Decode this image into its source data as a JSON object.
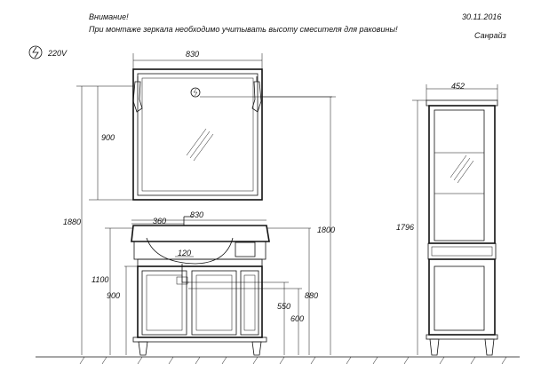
{
  "header": {
    "warning_title": "Внимание!",
    "warning_text": "При монтаже зеркала необходимо учитывать высоту смесителя для раковины!",
    "date": "30.11.2016",
    "product_name": "Санрайз"
  },
  "power": {
    "voltage": "220V",
    "icon": "electric-outlet-icon"
  },
  "dimensions": {
    "mirror_width": "830",
    "mirror_height": "900",
    "vanity_width": "830",
    "basin_offset": "360",
    "faucet_spacing": "120",
    "total_height": "1880",
    "mirror_top_height": "1800",
    "countertop_height": "1100",
    "vanity_height": "900",
    "vanity_body_height": "880",
    "drain_height": "550",
    "pipe_height": "600",
    "cabinet_width": "452",
    "cabinet_height": "1796"
  }
}
